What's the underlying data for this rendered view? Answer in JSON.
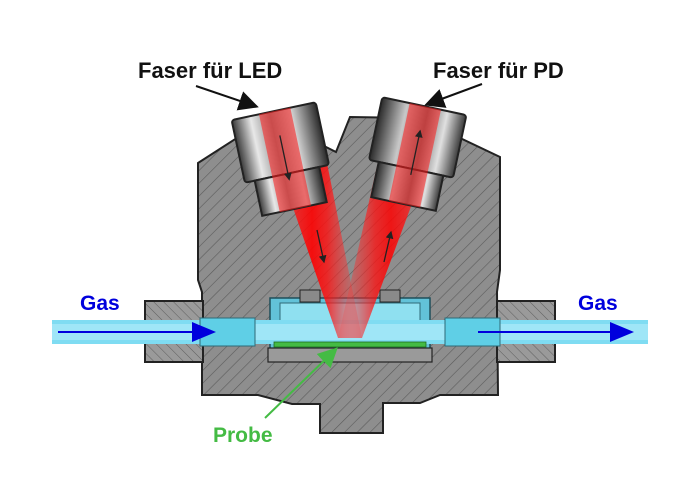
{
  "labels": {
    "fiber_led": "Faser für LED",
    "fiber_pd": "Faser für PD",
    "gas_in": "Gas",
    "gas_out": "Gas",
    "sample": "Probe"
  },
  "colors": {
    "body": "#8c8c8c",
    "body_dark": "#5a5a5a",
    "gas_channel": "#7fdcf2",
    "gas_arrow": "#0000dd",
    "beam": "#ff1a1a",
    "sample": "#44bb44",
    "sample_label": "#44bb44",
    "text": "#111111"
  },
  "icons": {
    "led_fiber": "fiber-connector-icon",
    "pd_fiber": "fiber-connector-icon"
  }
}
